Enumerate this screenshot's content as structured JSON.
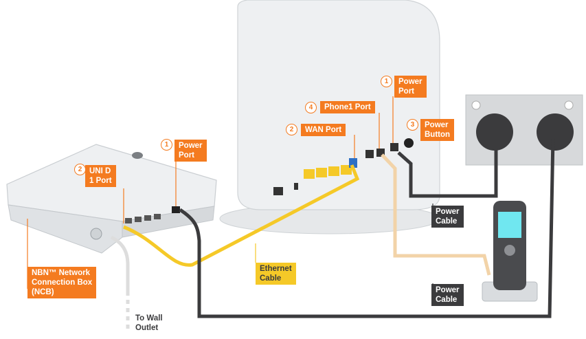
{
  "colors": {
    "orange": "#f47b20",
    "dark": "#3b3b3d",
    "yellow_cable": "#f5c928",
    "tan_cable": "#f2d3a8",
    "white_cable": "#dddddd",
    "device_body": "#eaecee"
  },
  "labels": {
    "uni_d_number": "2",
    "uni_d_port": "UNI  D\n1 Port",
    "ncb_power_number": "1",
    "ncb_power_port": "Power\nPort",
    "phone1_number": "4",
    "phone1_port": "Phone1 Port",
    "wan_number": "2",
    "wan_port": "WAN Port",
    "router_power_number": "1",
    "router_power_port": "Power\nPort",
    "power_button_number": "3",
    "power_button": "Power\nButton",
    "ncb_box": "NBN™ Network\nConnection Box\n(NCB)",
    "ethernet_cable": "Ethernet\nCable",
    "to_wall_outlet": "To Wall\nOutlet",
    "power_cable_router": "Power\nCable",
    "power_cable_phone": "Power\nCable"
  },
  "icons": [
    "cordless-phone-icon",
    "wall-socket-icon",
    "router-icon",
    "ncb-box-icon"
  ]
}
